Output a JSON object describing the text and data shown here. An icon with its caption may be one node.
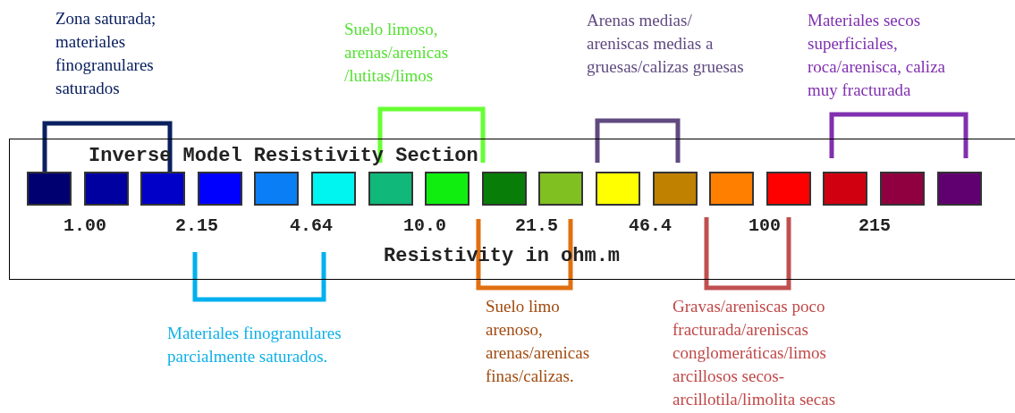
{
  "diagram": {
    "nodes": [
      {
        "text": [
          "Inverse Model Resistivity Section",
          "Resistivity in ohm.m"
        ]
      },
      {
        "text": [],
        "shape": "box",
        "in": 0
      },
      {
        "text": [],
        "shape": "box",
        "in": 0
      },
      {
        "text": [],
        "shape": "box",
        "in": 0
      },
      {
        "text": [],
        "shape": "box",
        "in": 0
      },
      {
        "text": [],
        "shape": "box",
        "in": 0
      },
      {
        "text": [],
        "shape": "box",
        "in": 0
      },
      {
        "text": [],
        "shape": "box",
        "in": 0
      },
      {
        "text": [],
        "shape": "box",
        "in": 0
      },
      {
        "text": [],
        "shape": "box",
        "in": 0
      },
      {
        "text": [],
        "shape": "box",
        "in": 0
      },
      {
        "text": [],
        "shape": "box",
        "in": 0
      },
      {
        "text": [],
        "shape": "box",
        "in": 0
      },
      {
        "text": [],
        "shape": "box",
        "in": 0
      },
      {
        "text": [],
        "shape": "box",
        "in": 0
      },
      {
        "text": [],
        "shape": "box",
        "in": 0
      },
      {
        "text": [],
        "shape": "box",
        "in": 0
      },
      {
        "text": [],
        "shape": "box",
        "in": 0
      }
    ],
    "labels": [
      "Zona saturada; materiales finogranulares saturados",
      "Suelo limoso, arenas/arenicas /lutitas/limos",
      "Arenas medias/ areniscas medias a gruesas/calizas gruesas",
      "Materiales secos superficiales, roca/arenisca, caliza muy fracturada",
      "1.00",
      "2.15",
      "4.64",
      "10.0",
      "21.5",
      "46.4",
      "100",
      "215",
      "Materiales finogranulares parcialmente saturados.",
      "Suelo limo arenoso, arenas/arenicas finas/calizas.",
      "Gravas/areniscas poco fracturada/areniscas conglomeráticas/limos arcillosos secos-arcillotila/limolita secas"
    ]
  }
}
